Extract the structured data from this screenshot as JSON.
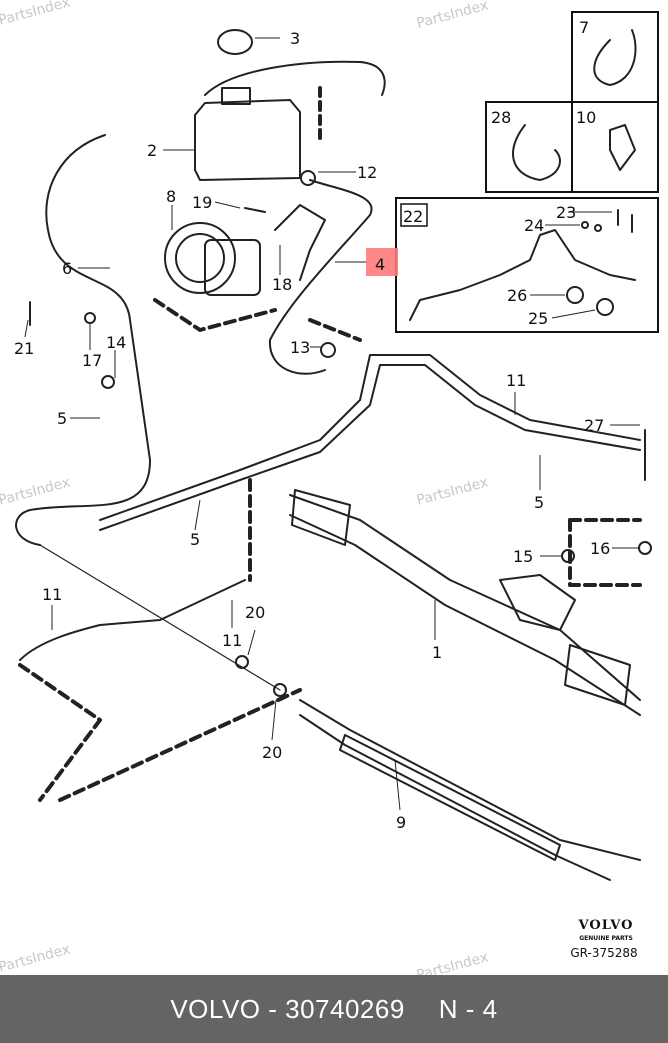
{
  "watermark": "PartsIndex",
  "highlight_color": "#ff7a7a",
  "callouts": {
    "c1": "1",
    "c2": "2",
    "c3": "3",
    "c4": "4",
    "c5a": "5",
    "c5b": "5",
    "c5c": "5",
    "c6": "6",
    "c7": "7",
    "c8": "8",
    "c9": "9",
    "c10": "10",
    "c11a": "11",
    "c11b": "11",
    "c11c": "11",
    "c12": "12",
    "c13": "13",
    "c14": "14",
    "c15": "15",
    "c16": "16",
    "c17": "17",
    "c18": "18",
    "c19": "19",
    "c20a": "20",
    "c20b": "20",
    "c21": "21",
    "c22": "22",
    "c23": "23",
    "c24": "24",
    "c25": "25",
    "c26": "26",
    "c27": "27",
    "c28": "28"
  },
  "brand": {
    "logo": "VOLVO",
    "tagline": "GENUINE PARTS",
    "diagram_code": "GR-375288"
  },
  "footer": {
    "part": "VOLVO - 30740269",
    "position": "N - 4"
  }
}
